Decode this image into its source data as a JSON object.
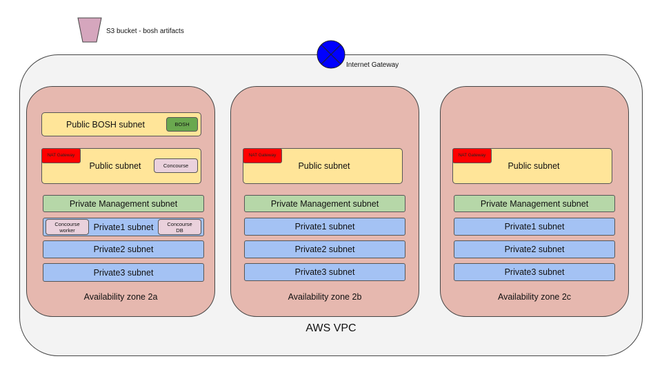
{
  "s3": {
    "label": "S3 bucket - bosh artifacts",
    "color": "#d5a6bd"
  },
  "igw": {
    "label": "Internet Gateway",
    "color": "#0000ff"
  },
  "vpc": {
    "label": "AWS VPC"
  },
  "zones": [
    {
      "label": "Availability zone 2a",
      "bosh_subnet": "Public BOSH subnet",
      "bosh_chip": "BOSH",
      "nat": "NAT Gateway",
      "public_subnet": "Public subnet",
      "concourse_chip": "Concourse",
      "mgmt_subnet": "Private Management subnet",
      "private1": "Private1 subnet",
      "worker_chip": "Concourse worker",
      "db_chip": "Concourse DB",
      "private2": "Private2 subnet",
      "private3": "Private3 subnet"
    },
    {
      "label": "Availability zone 2b",
      "nat": "NAT Gateway",
      "public_subnet": "Public subnet",
      "mgmt_subnet": "Private Management subnet",
      "private1": "Private1 subnet",
      "private2": "Private2 subnet",
      "private3": "Private3 subnet"
    },
    {
      "label": "Availability zone 2c",
      "nat": "NAT Gateway",
      "public_subnet": "Public subnet",
      "mgmt_subnet": "Private Management subnet",
      "private1": "Private1 subnet",
      "private2": "Private2 subnet",
      "private3": "Private3 subnet"
    }
  ],
  "colors": {
    "vpc": "#f3f3f3",
    "zone": "#e6b8af",
    "public": "#ffe599",
    "management": "#b6d7a8",
    "private": "#a4c2f4",
    "nat": "#ff0000",
    "bosh": "#6aa84f",
    "concourse": "#ead1dc"
  }
}
